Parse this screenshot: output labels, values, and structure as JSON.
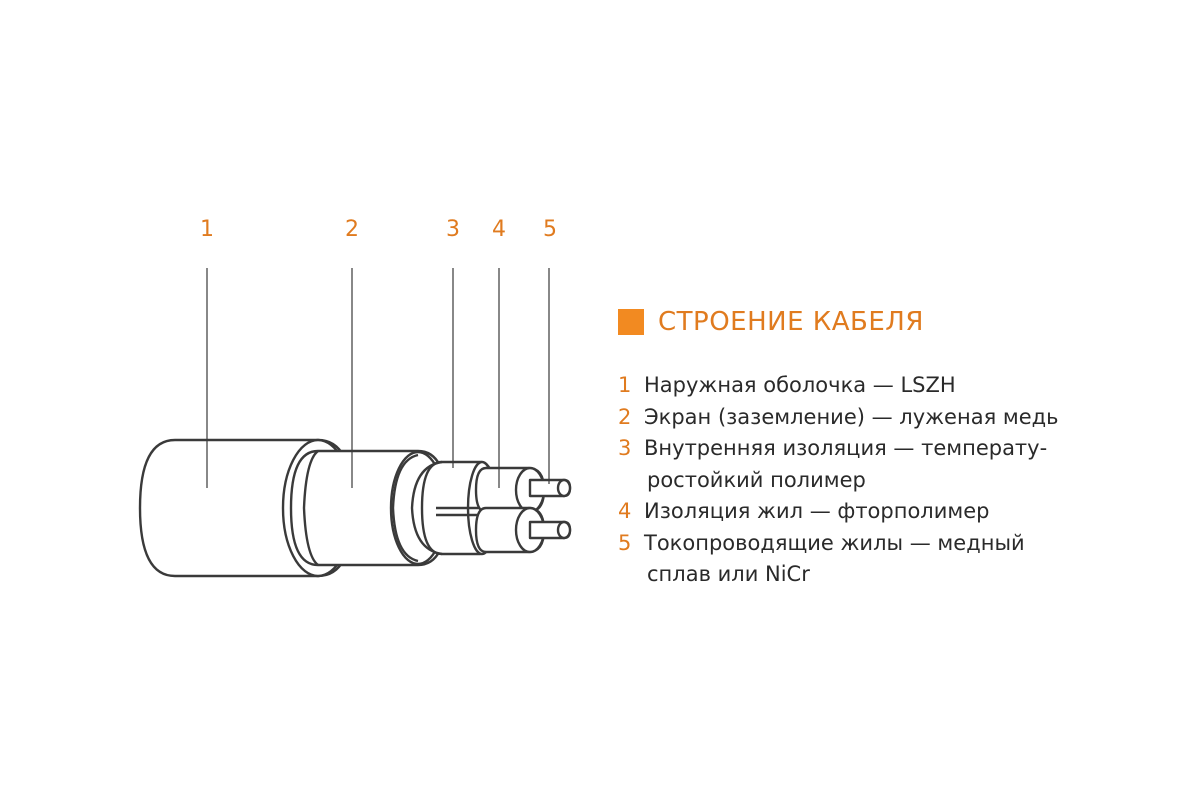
{
  "diagram": {
    "callouts": [
      "1",
      "2",
      "3",
      "4",
      "5"
    ]
  },
  "legend": {
    "title": "СТРОЕНИЕ КАБЕЛЯ",
    "accent_color": "#f28a21",
    "items": [
      {
        "number": "1",
        "lines": [
          "Наружная оболочка — LSZH"
        ]
      },
      {
        "number": "2",
        "lines": [
          "Экран (заземление) — луженая медь"
        ]
      },
      {
        "number": "3",
        "lines": [
          "Внутренняя изоляция — температу-",
          "ростойкий полимер"
        ]
      },
      {
        "number": "4",
        "lines": [
          "Изоляция жил — фторполимер"
        ]
      },
      {
        "number": "5",
        "lines": [
          "Токопроводящие жилы — медный",
          "сплав или NiCr"
        ]
      }
    ]
  }
}
